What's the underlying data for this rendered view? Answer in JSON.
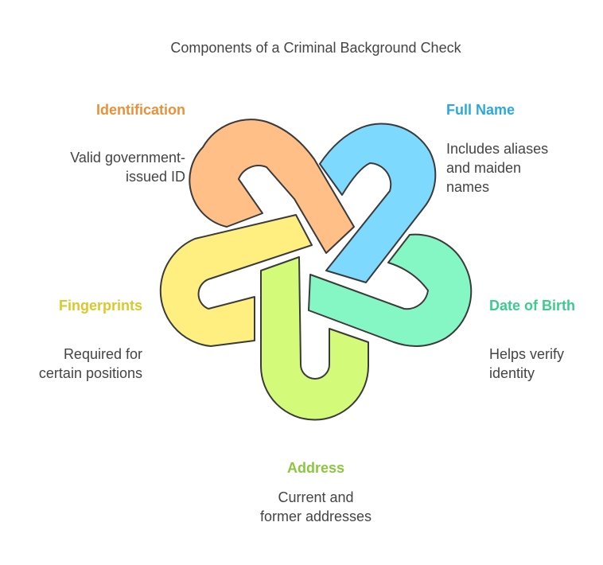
{
  "title": "Components of a Criminal Background Check",
  "colors": {
    "identification": "#E8913A",
    "full_name": "#2BA9DB",
    "date_of_birth": "#3DCB8E",
    "address": "#8CC63F",
    "fingerprints": "#D9C92B",
    "identification_fill": "#FFBF87",
    "full_name_fill": "#7ED9FF",
    "date_of_birth_fill": "#85F7C4",
    "address_fill": "#D3FA78",
    "fingerprints_fill": "#FFEF80"
  },
  "components": {
    "identification": {
      "heading": "Identification",
      "desc": [
        "Valid government-",
        "issued ID"
      ]
    },
    "full_name": {
      "heading": "Full Name",
      "desc": [
        "Includes aliases",
        "and maiden",
        "names"
      ]
    },
    "date_of_birth": {
      "heading": "Date of Birth",
      "desc": [
        "Helps verify",
        "identity"
      ]
    },
    "fingerprints": {
      "heading": "Fingerprints",
      "desc": [
        "Required for",
        "certain positions"
      ]
    },
    "address": {
      "heading": "Address",
      "desc": [
        "Current and",
        "former addresses"
      ]
    }
  }
}
